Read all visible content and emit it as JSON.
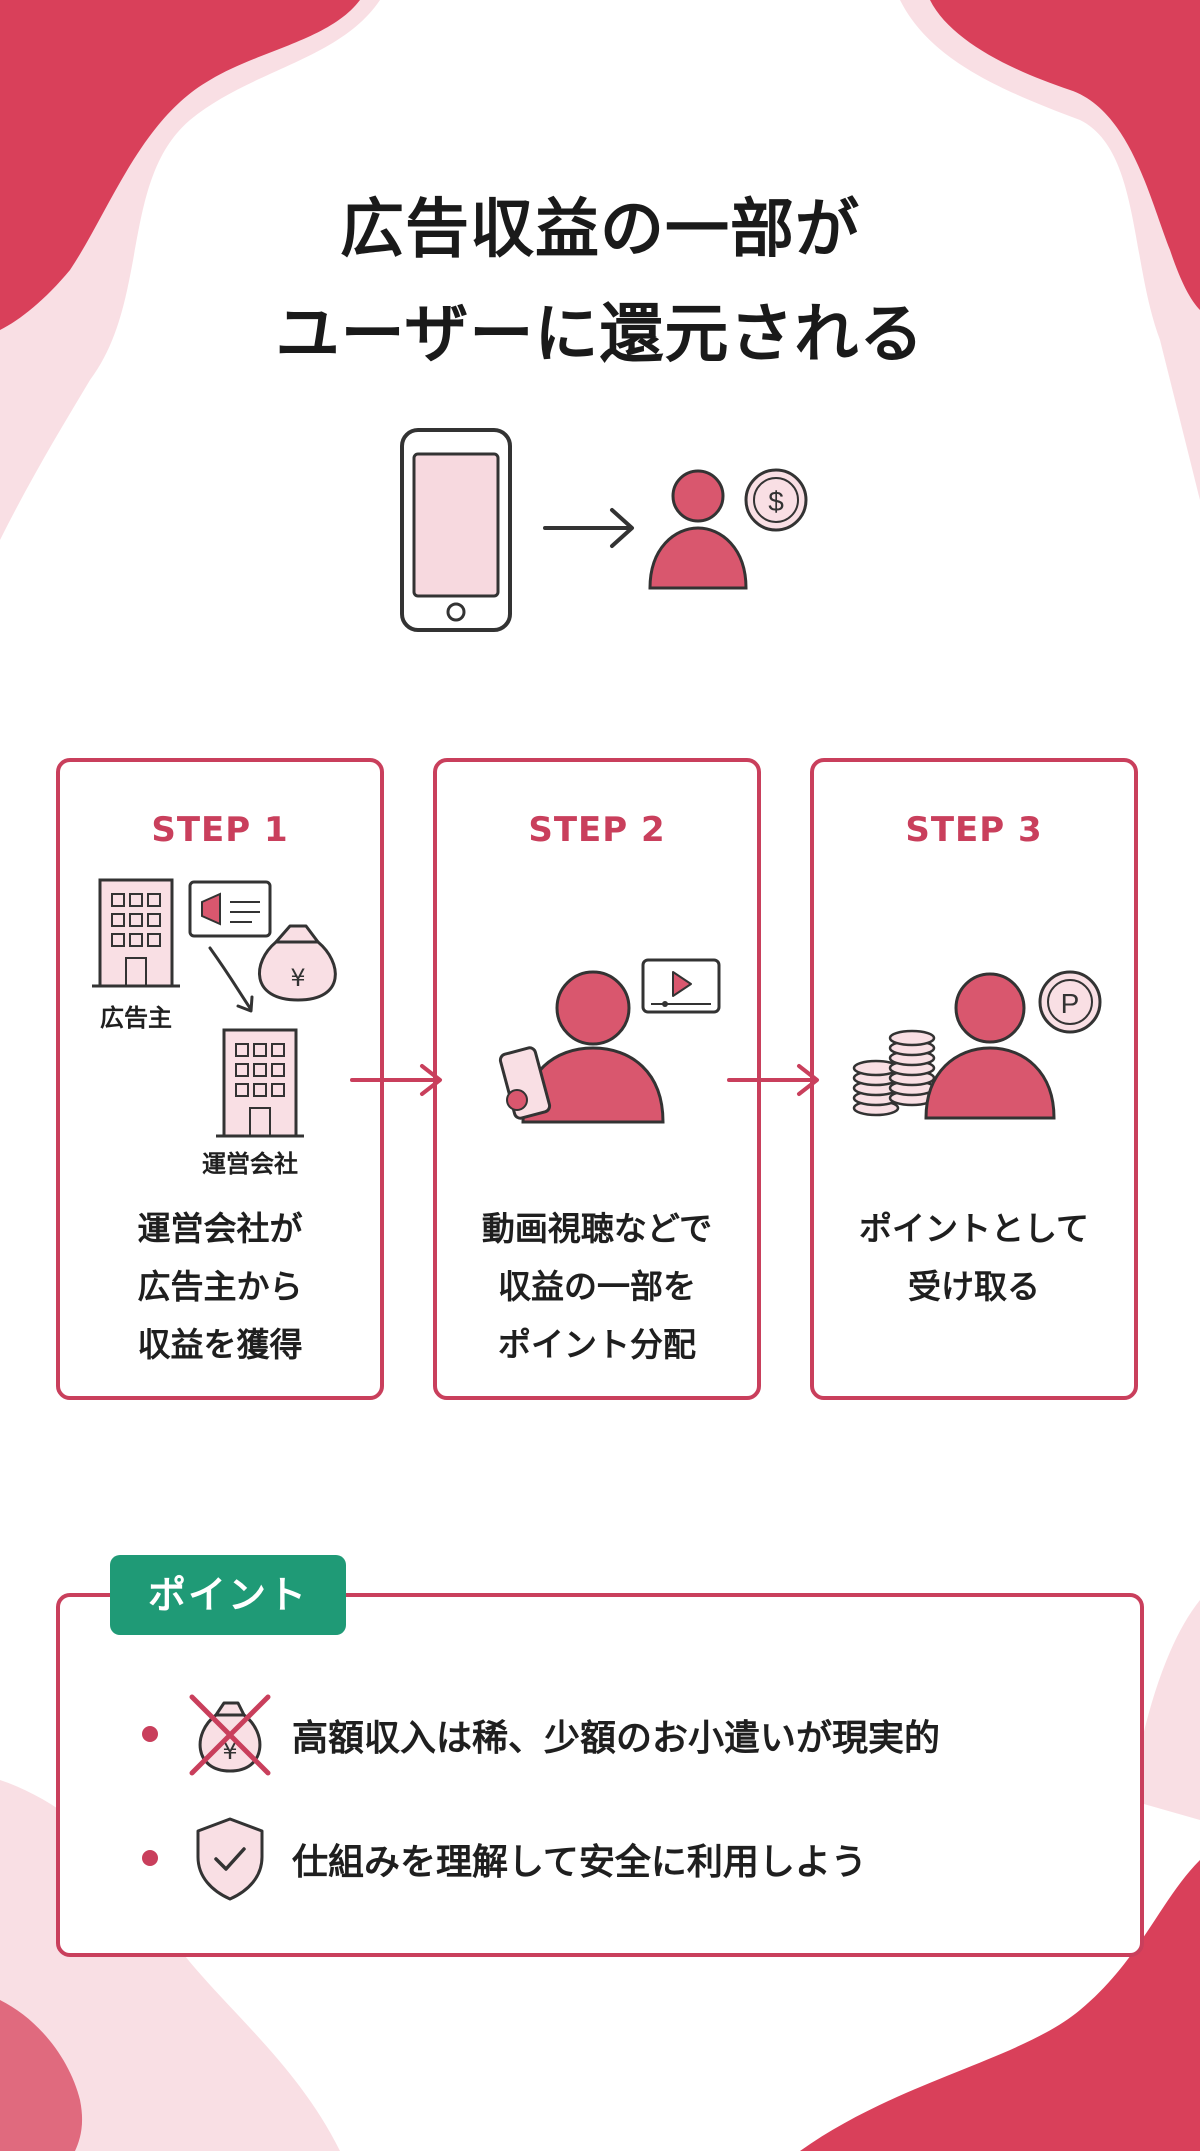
{
  "header": {
    "title_line1": "広告収益の一部が",
    "title_line2": "ユーザーに還元される"
  },
  "hero": {
    "icons": [
      "smartphone-icon",
      "arrow-right-icon",
      "user-icon",
      "dollar-coin-icon"
    ]
  },
  "steps": [
    {
      "label": "STEP 1",
      "icons": [
        "building-icon",
        "ad-board-icon",
        "yen-money-bag-icon",
        "curved-arrow-icon"
      ],
      "sublabel_advertiser": "広告主",
      "sublabel_operator": "運営会社",
      "text_line1": "運営会社が",
      "text_line2": "広告主から",
      "text_line3": "収益を獲得"
    },
    {
      "label": "STEP 2",
      "icons": [
        "user-with-phone-icon",
        "video-player-icon"
      ],
      "text_line1": "動画視聴などで",
      "text_line2": "収益の一部を",
      "text_line3": "ポイント分配"
    },
    {
      "label": "STEP 3",
      "icons": [
        "coin-stack-icon",
        "user-icon",
        "point-coin-icon"
      ],
      "text_line1": "ポイントとして",
      "text_line2": "受け取る"
    }
  ],
  "points": {
    "badge_label": "ポイント",
    "items": [
      {
        "icon": "crossed-money-bag-icon",
        "text": "高額収入は稀、少額のお小遣いが現実的"
      },
      {
        "icon": "shield-check-icon",
        "text": "仕組みを理解して安全に利用しよう"
      }
    ]
  },
  "colors": {
    "accent": "#c93f5c",
    "accent_fill": "#d9576e",
    "pink_light": "#f9dfe4",
    "badge_green": "#1f9a76",
    "text": "#1f1f1f"
  }
}
